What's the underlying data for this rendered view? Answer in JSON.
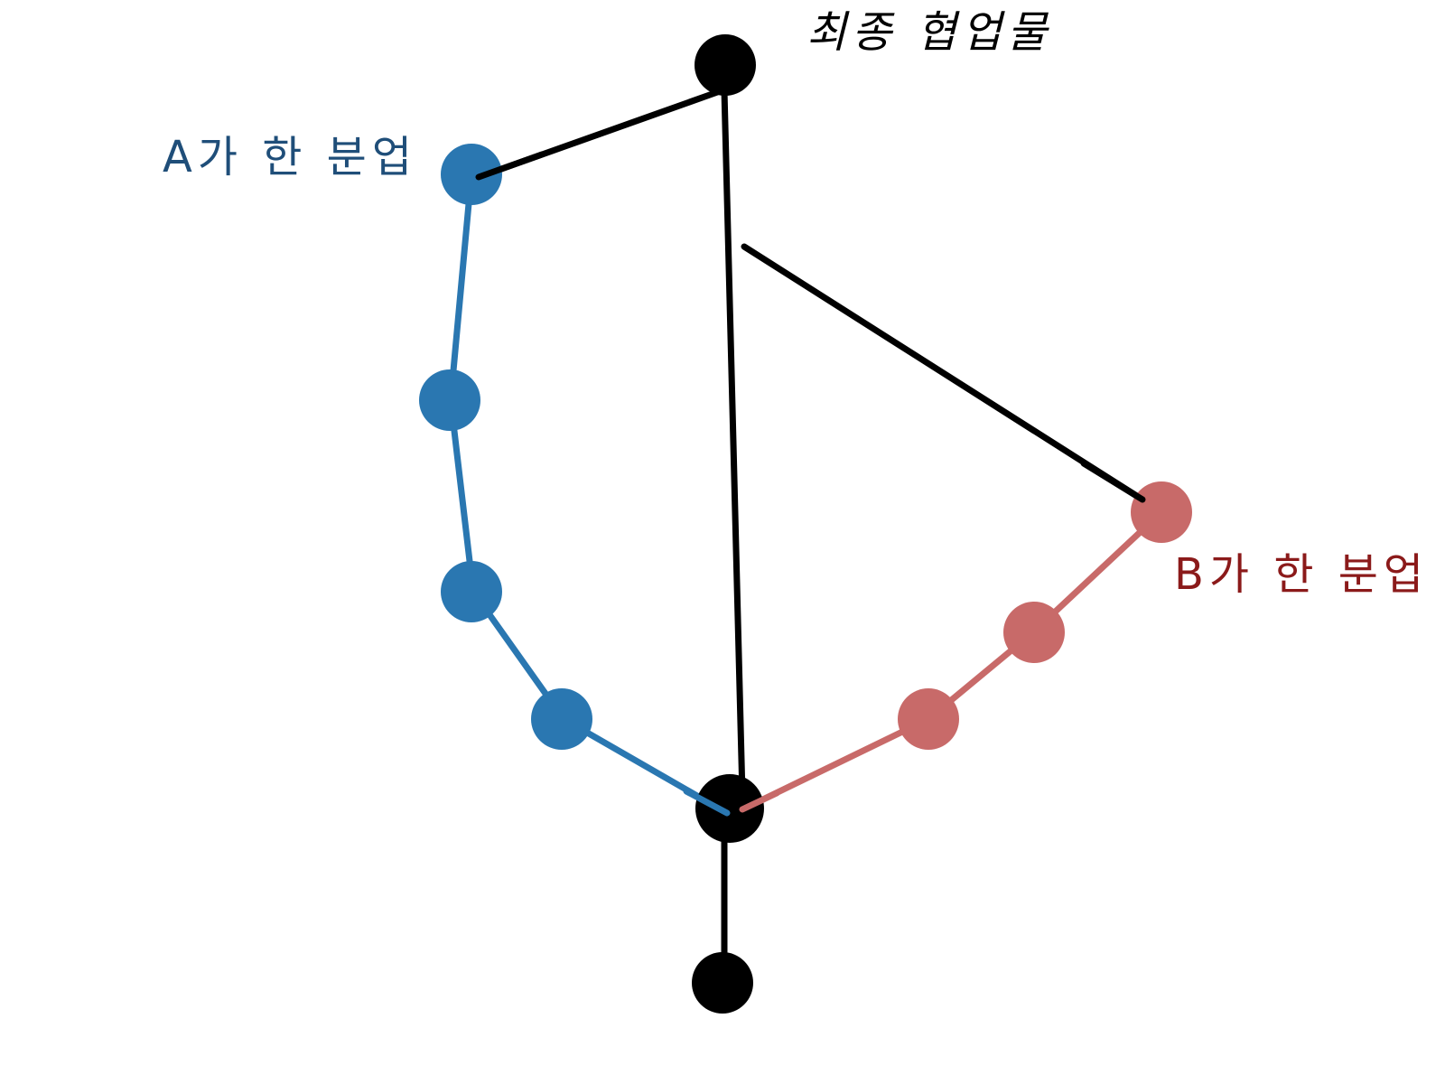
{
  "labels": {
    "final_output": "최종 협업물",
    "a_branch": "A가 한 분업",
    "b_branch": "B가 한 분업"
  },
  "colors": {
    "ink": "#000000",
    "blue_node": "#2a77b1",
    "blue_line": "#2a77b1",
    "blue_text": "#1f4e79",
    "red_node": "#c86a69",
    "red_line": "#c86a69",
    "red_text": "#8b1a1a"
  }
}
